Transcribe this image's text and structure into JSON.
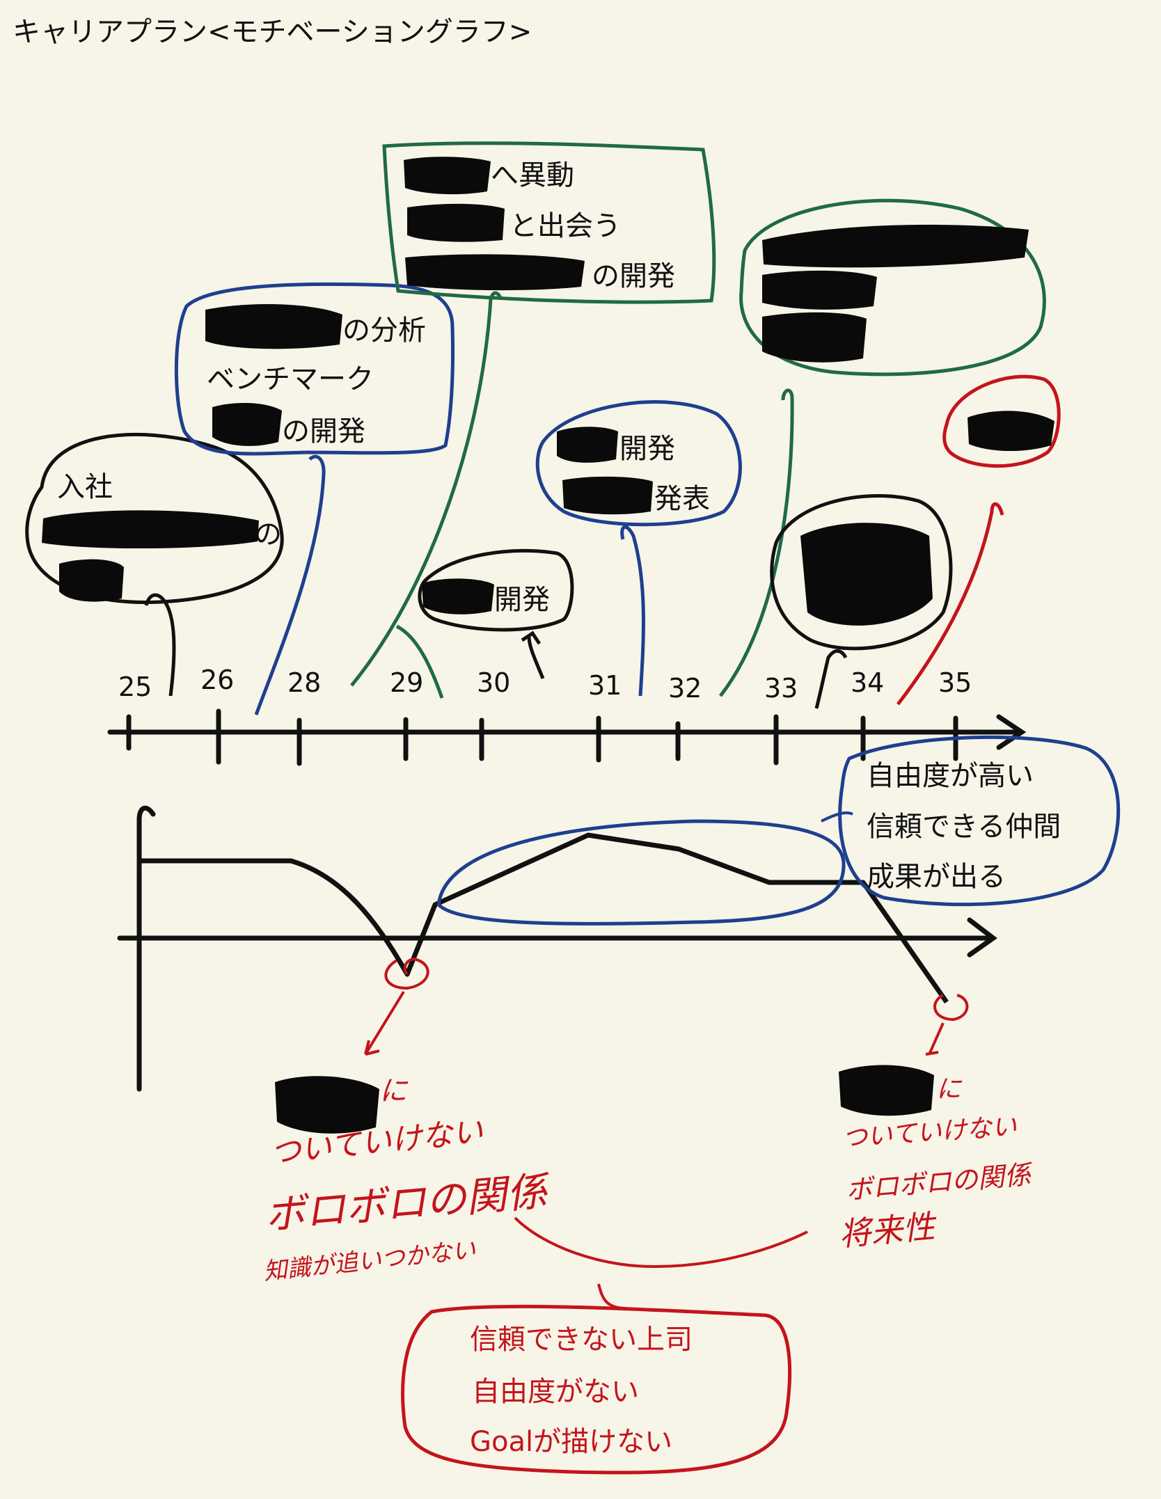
{
  "title": "キャリアプラン<モチベーショングラフ>",
  "timeline": {
    "ages": [
      "25",
      "26",
      "28",
      "29",
      "30",
      "31",
      "32",
      "33",
      "34",
      "35"
    ]
  },
  "events": {
    "e25": [
      "入社",
      "の"
    ],
    "e28": [
      "の分析",
      "ベンチマーク",
      "の開発"
    ],
    "e29": [
      "へ異動",
      "と出会う",
      "の開発"
    ],
    "e30": [
      "開発"
    ],
    "e31": [
      "開発",
      "発表"
    ]
  },
  "high_points": [
    "自由度が高い",
    "信頼できる仲間",
    "成果が出る"
  ],
  "low_points": {
    "left": [
      "に",
      "ついていけない",
      "ボロボロの関係",
      "知識が追いつかない"
    ],
    "right": [
      "に",
      "ついていけない",
      "ボロボロの関係",
      "将来性"
    ]
  },
  "low_summary": [
    "信頼できない上司",
    "自由度がない",
    "Goalが描けない"
  ],
  "colors": {
    "black": "#111111",
    "blue": "#1f3f8f",
    "green": "#1f6b45",
    "red": "#c4141b",
    "paper": "#f7f4e8"
  },
  "chart_data": {
    "type": "line",
    "title": "モチベーショングラフ",
    "xlabel": "",
    "ylabel": "",
    "x": [
      25,
      26,
      28,
      29,
      29.5,
      31,
      32,
      33,
      34,
      35
    ],
    "series": [
      {
        "values": [
          2,
          2,
          2,
          0,
          1,
          2,
          2,
          1,
          1,
          0
        ]
      }
    ]
  }
}
